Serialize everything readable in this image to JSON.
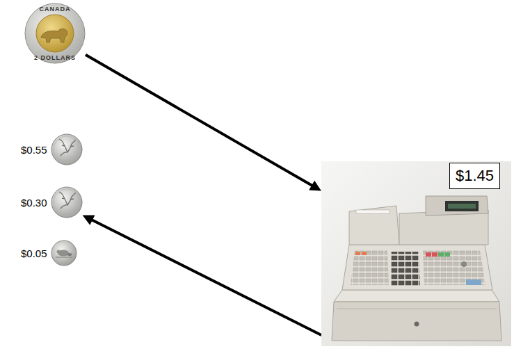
{
  "diagram": {
    "nodes": [
      {
        "text": [
          "CANADA",
          "2 DOLLARS"
        ]
      },
      {
        "text": [
          "$0.55"
        ]
      },
      {
        "text": [
          "$0.30"
        ]
      },
      {
        "text": [
          "$0.05"
        ]
      },
      {
        "text": [
          "$1.45"
        ]
      }
    ],
    "edges": [
      {
        "from": 0,
        "to": 4,
        "arrow": "to"
      },
      {
        "from": 4,
        "to": 2,
        "arrow": "to"
      }
    ]
  }
}
